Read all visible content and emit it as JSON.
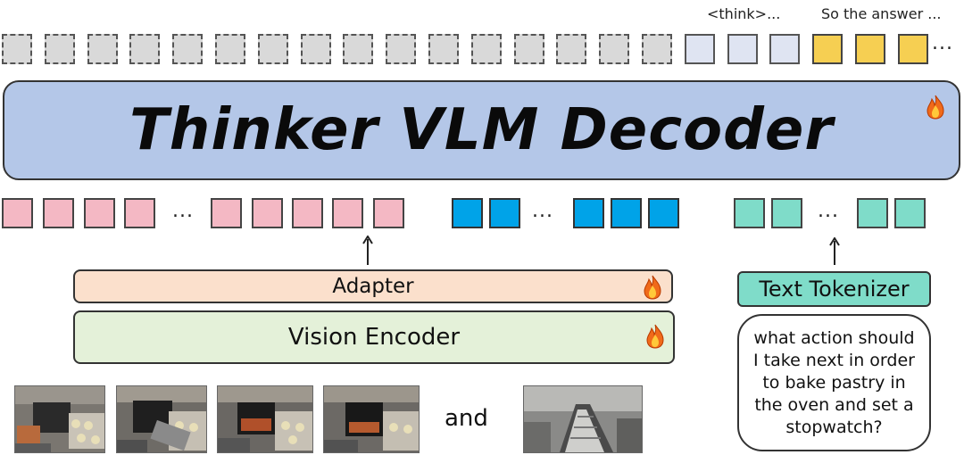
{
  "top_labels": {
    "think": "<think>...",
    "answer": "So the answer ..."
  },
  "output_tokens": {
    "gray_count": 16,
    "think_count": 3,
    "answer_count": 3,
    "trailing_dots": "..."
  },
  "decoder": {
    "title": "Thinker VLM Decoder",
    "trainable": true
  },
  "input_tokens": {
    "pink_dots": "...",
    "blue_dots": "...",
    "teal_dots": "..."
  },
  "adapter": {
    "label": "Adapter",
    "trainable": true
  },
  "vision_encoder": {
    "label": "Vision Encoder",
    "trainable": true
  },
  "text_tokenizer": {
    "label": "Text Tokenizer"
  },
  "question": {
    "text": "what action should I take next in order to bake pastry in the oven and set a stopwatch?"
  },
  "frames": {
    "connector": "and"
  },
  "colors": {
    "decoder_fill": "#b4c7e8",
    "pink_token": "#f4b8c4",
    "blue_token": "#00a3e8",
    "teal_token": "#7fdcc9",
    "answer_token": "#f6cf52",
    "think_token": "#dfe4f2",
    "gray_token": "#d9d9d9",
    "adapter_fill": "#fbe0cc",
    "vision_fill": "#e4f1d9"
  },
  "icons": [
    "fire-icon",
    "up-arrow-icon"
  ]
}
